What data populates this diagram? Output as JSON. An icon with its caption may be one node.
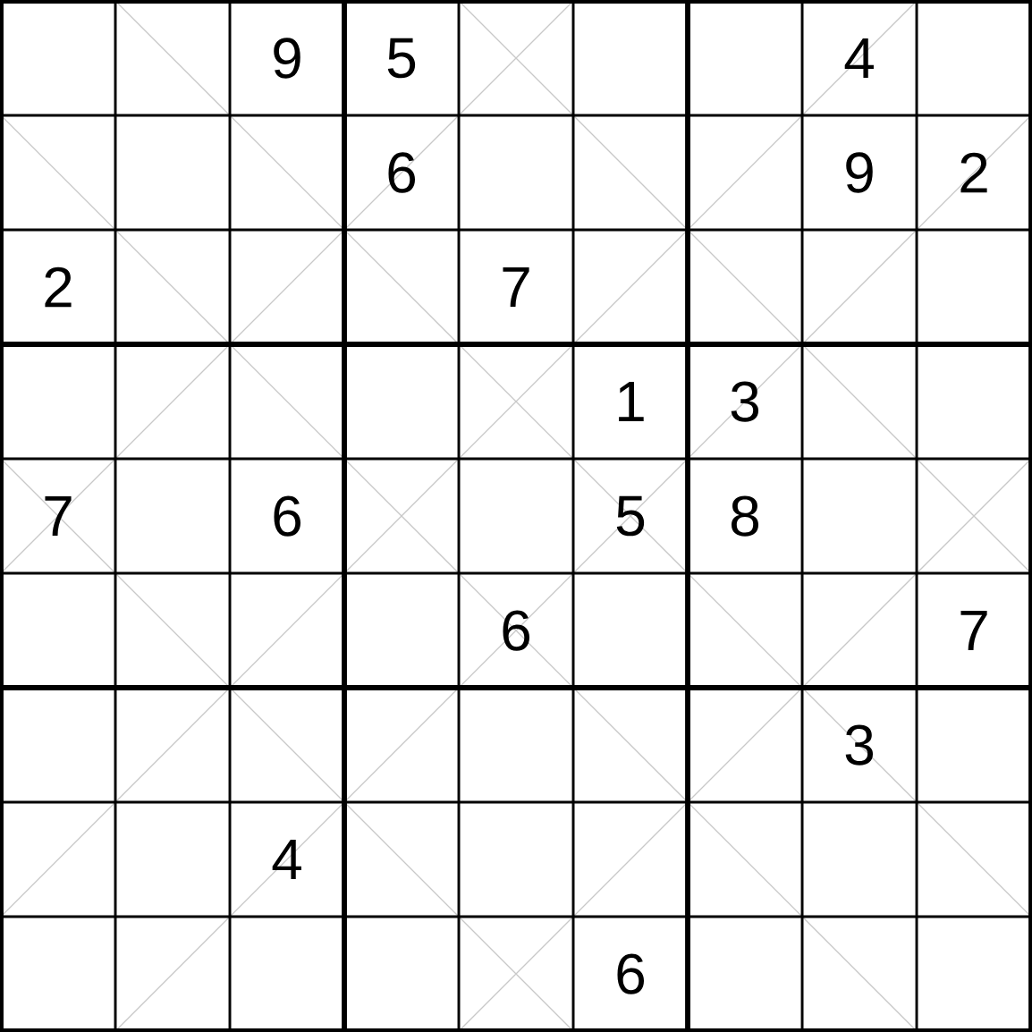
{
  "diagram": {
    "labels": [
      "9",
      "5",
      "4",
      "6",
      "9",
      "2",
      "2",
      "7",
      "1",
      "3",
      "7",
      "6",
      "5",
      "8",
      "6",
      "7",
      "3",
      "4",
      "6"
    ]
  }
}
